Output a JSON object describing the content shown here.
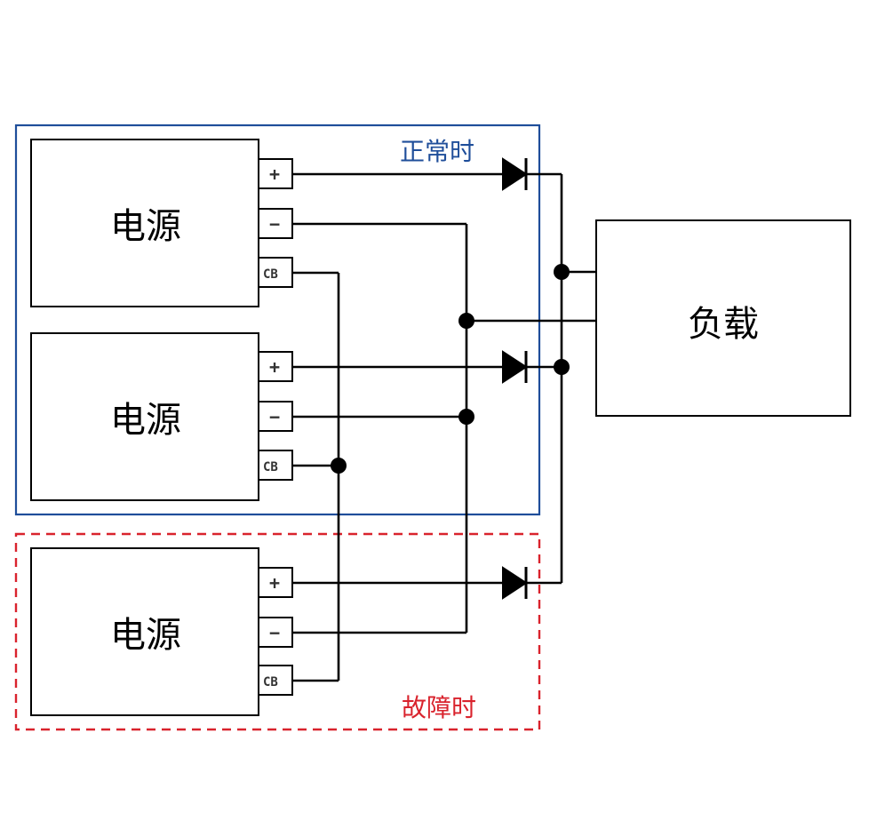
{
  "labels": {
    "normal": "正常时",
    "fault": "故障时",
    "load": "负载"
  },
  "supplies": [
    {
      "label": "电源",
      "plus": "+",
      "minus": "−",
      "cb": "CB"
    },
    {
      "label": "电源",
      "plus": "+",
      "minus": "−",
      "cb": "CB"
    },
    {
      "label": "电源",
      "plus": "+",
      "minus": "−",
      "cb": "CB"
    }
  ],
  "colors": {
    "normal_frame": "#1f4e9a",
    "fault_frame": "#d9232d",
    "wire": "#000000"
  }
}
